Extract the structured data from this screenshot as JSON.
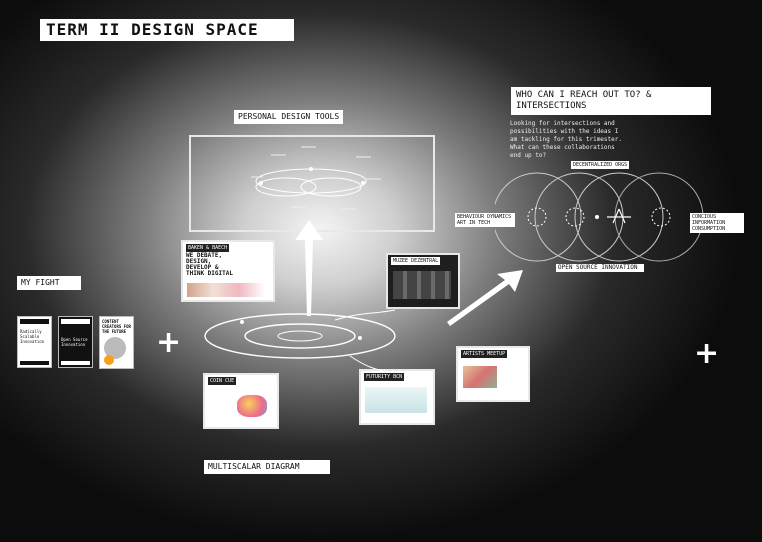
{
  "title": "TERM II DESIGN SPACE",
  "labels": {
    "personal_design_tools": "PERSONAL DESIGN TOOLS",
    "my_fight": "MY FIGHT",
    "multiscalar_diagram": "MULTISCALAR DIAGRAM"
  },
  "cards": {
    "baken": "BAKEN & BAECH",
    "muzee": "MUZEE DEZENTRAL",
    "artists": "ARTISTS MEETUP",
    "coin": "COIN CUE",
    "futurity": "FUTURITY BCN"
  },
  "baken_text": "WE DEBATE, DESIGN, DEVELOP & THINK DIGITAL",
  "books": [
    "Radically Scalable Innovation",
    "Open Source Innovation",
    "CONTENT CREATORS FOR THE FUTURE"
  ],
  "intersections": {
    "heading": "WHO CAN I REACH OUT TO? & INTERSECTIONS",
    "description": "Looking for intersections and possibilities with the ideas I am tackling for this trimester. What can these collaborations end up to?",
    "decentralized": "DECENTRALIZED ORGS",
    "behaviour": "BEHAVIOUR DYNAMICS ART IN TECH",
    "concious": "CONCIOUS INFORMATION CONSUMPTION",
    "open_source": "OPEN SOURCE INNOVATION"
  },
  "colors": {
    "background_center": "#f4f4f4",
    "background_edge": "#0c0c0c",
    "label_bg": "#ffffff",
    "accent": "#f7a11b"
  },
  "icons": [
    "plus-icon",
    "arrow-icon"
  ]
}
